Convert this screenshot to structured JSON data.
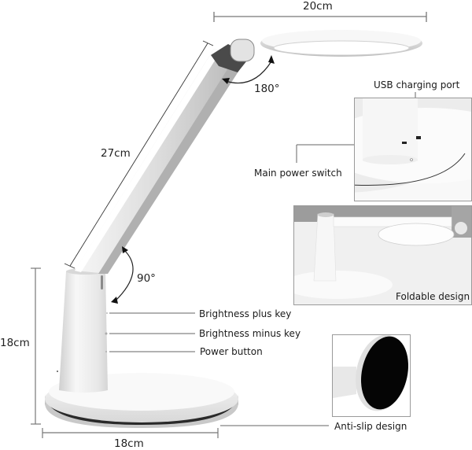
{
  "product": "LED desk lamp dimension and feature diagram",
  "dimensions": {
    "head_width": "20cm",
    "arm_length": "27cm",
    "base_height": "18cm",
    "base_width": "18cm"
  },
  "angles": {
    "head_rotation": "180°",
    "arm_rotation": "90°"
  },
  "callouts": {
    "usb_port": "USB charging port",
    "main_switch": "Main power switch",
    "foldable": "Foldable design",
    "brightness_plus": "Brightness plus key",
    "brightness_minus": "Brightness minus key",
    "power_button": "Power button",
    "anti_slip": "Anti-slip design"
  },
  "colors": {
    "lamp_body": "#e6e6e6",
    "lamp_shadow": "#bdbdbd",
    "hinge": "#4a4a4a",
    "line": "#666666",
    "anti_slip_pad": "#050505"
  }
}
